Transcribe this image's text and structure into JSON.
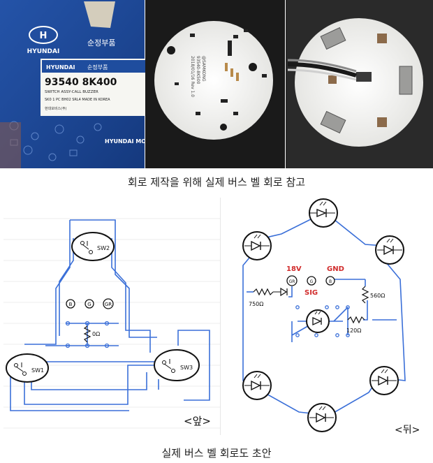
{
  "photos": {
    "box": {
      "brand": "HYUNDAI",
      "brand_korean": "순정부품",
      "part_number": "93540 8K400",
      "part_desc": "SWITCH ASSY-CALL BUZZER",
      "label_line": "SK0  1  PC  BH02 SRL4  MADE IN KOREA",
      "company_small": "현대모비스(주)",
      "company_mobis": "HYUNDAI MOBIS"
    },
    "pcb_front": {
      "silk_1": "93540-8K500",
      "silk_2": "2018/01/16 Rev 1.0",
      "silk_3": "@SAMKONG"
    }
  },
  "caption_top": "회로 제작을 위해 실제 버스 벨 회로 참고",
  "front_sketch": {
    "switches": [
      "SW2",
      "SW1",
      "SW3"
    ],
    "pads": [
      "B",
      "G",
      "GR"
    ],
    "resistor": "0Ω",
    "view_label": "<앞>"
  },
  "back_sketch": {
    "power_label": "18V",
    "gnd_label": "GND",
    "sig_label": "SIG",
    "pad_gr": "GR",
    "pad_g": "G",
    "pad_b": "B",
    "r1": "750Ω",
    "r2": "560Ω",
    "r3": "120Ω",
    "view_label": "<뒤>"
  },
  "caption_bottom": "실제 버스 벨 회로도 초안",
  "colors": {
    "wire": "#3a6fd8",
    "ink": "#111111",
    "red_label": "#d12c2c",
    "box_blue": "#1f4d9e",
    "pcb_white": "#f4f4f2"
  }
}
